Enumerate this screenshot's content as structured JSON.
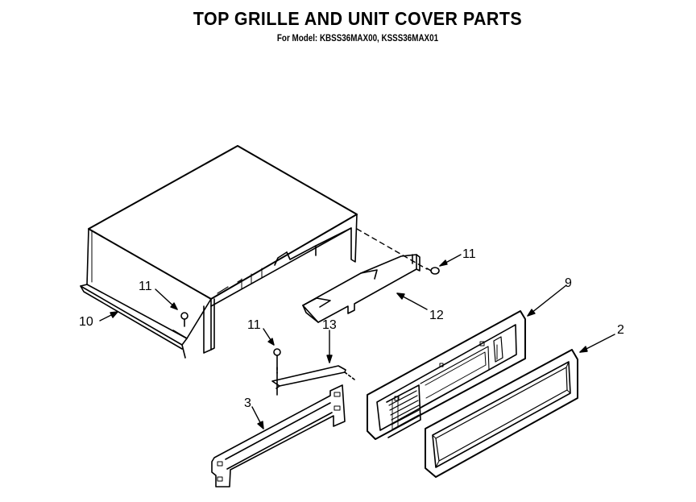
{
  "header": {
    "title": "TOP GRILLE AND UNIT COVER PARTS",
    "subtitle": "For Model: KBSS36MAX00, KSSS36MAX01"
  },
  "callouts": {
    "c11a": "11",
    "c11b": "11",
    "c11c": "11",
    "c10": "10",
    "c12": "12",
    "c13": "13",
    "c9": "9",
    "c2": "2",
    "c3": "3"
  },
  "colors": {
    "line": "#000000",
    "background": "#ffffff"
  }
}
